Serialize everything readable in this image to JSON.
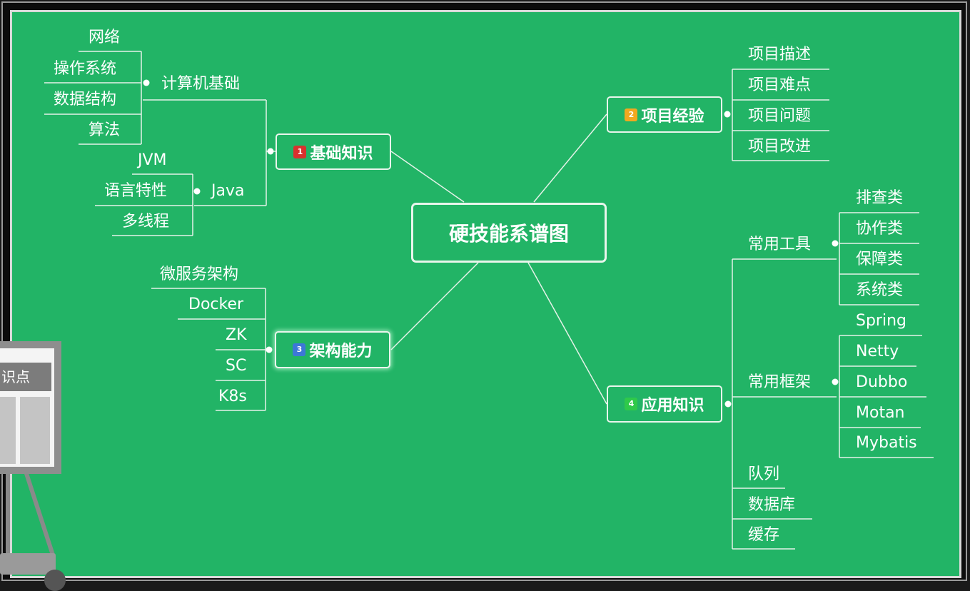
{
  "root": {
    "label": "硬技能系谱图"
  },
  "topics": {
    "t1": {
      "badge": "1",
      "label": "基础知识",
      "color": "#d8322e"
    },
    "t2": {
      "badge": "2",
      "label": "项目经验",
      "color": "#f2a81f"
    },
    "t3": {
      "badge": "3",
      "label": "架构能力",
      "color": "#3d77d8"
    },
    "t4": {
      "badge": "4",
      "label": "应用知识",
      "color": "#2fc94a"
    }
  },
  "subtopics": {
    "computer_basics": "计算机基础",
    "java": "Java",
    "common_tools": "常用工具",
    "common_frameworks": "常用框架"
  },
  "leaves": {
    "computer_basics": [
      "网络",
      "操作系统",
      "数据结构",
      "算法"
    ],
    "java": [
      "JVM",
      "语言特性",
      "多线程"
    ],
    "project": [
      "项目描述",
      "项目难点",
      "项目问题",
      "项目改进"
    ],
    "architecture": [
      "微服务架构",
      "Docker",
      "ZK",
      "SC",
      "K8s"
    ],
    "tools": [
      "排查类",
      "协作类",
      "保障类",
      "系统类"
    ],
    "frameworks": [
      "Spring",
      "Netty",
      "Dubbo",
      "Motan",
      "Mybatis"
    ],
    "app_other": [
      "队列",
      "数据库",
      "缓存"
    ]
  },
  "easel": {
    "label": "识点"
  },
  "colors": {
    "background": "#22b466",
    "line": "#e9f5ec"
  }
}
